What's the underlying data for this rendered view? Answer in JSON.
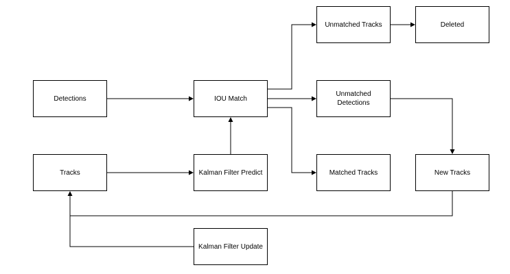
{
  "diagram": {
    "nodes": {
      "detections": "Detections",
      "tracks": "Tracks",
      "iou_match": "IOU Match",
      "kalman_predict": "Kalman Filter Predict",
      "kalman_update": "Kalman Filter Update",
      "unmatched_tracks": "Unmatched Tracks",
      "unmatched_detections": "Unmatched\nDetections",
      "matched_tracks": "Matched Tracks",
      "deleted": "Deleted",
      "new_tracks": "New Tracks"
    },
    "edges": [
      {
        "from": "detections",
        "to": "iou_match"
      },
      {
        "from": "tracks",
        "to": "kalman_predict"
      },
      {
        "from": "kalman_predict",
        "to": "iou_match"
      },
      {
        "from": "iou_match",
        "to": "unmatched_tracks"
      },
      {
        "from": "iou_match",
        "to": "unmatched_detections"
      },
      {
        "from": "iou_match",
        "to": "matched_tracks"
      },
      {
        "from": "unmatched_tracks",
        "to": "deleted"
      },
      {
        "from": "unmatched_detections",
        "to": "new_tracks"
      },
      {
        "from": "new_tracks",
        "to": "tracks"
      },
      {
        "from": "kalman_update",
        "to": "tracks"
      }
    ],
    "colors": {
      "stroke": "#000000",
      "background": "#ffffff"
    }
  }
}
